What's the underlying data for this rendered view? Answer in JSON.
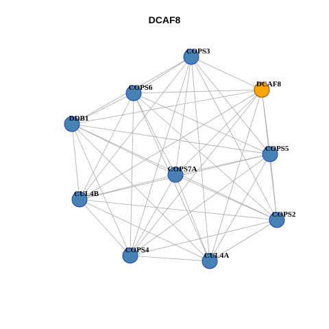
{
  "title": "DCAF8",
  "colors": {
    "node_fill": "#4682B4",
    "node_stroke": "#1F3FB8",
    "highlight_fill": "#FFA500",
    "highlight_stroke": "#7A4A2A",
    "edge": "#A8A8A8",
    "label": "#000000"
  },
  "highlight_node": "DCAF8",
  "nodes": [
    {
      "id": "COPS3",
      "label": "COPS3"
    },
    {
      "id": "DCAF8",
      "label": "DCAF8"
    },
    {
      "id": "COPS6",
      "label": "COPS6"
    },
    {
      "id": "DDB1",
      "label": "DDB1"
    },
    {
      "id": "COPS5",
      "label": "COPS5"
    },
    {
      "id": "COPS7A",
      "label": "COPS7A"
    },
    {
      "id": "CUL4B",
      "label": "CUL4B"
    },
    {
      "id": "COPS2",
      "label": "COPS2"
    },
    {
      "id": "COPS4",
      "label": "COPS4"
    },
    {
      "id": "CUL4A",
      "label": "CUL4A"
    }
  ],
  "edges": [
    [
      "COPS3",
      "DCAF8"
    ],
    [
      "COPS3",
      "COPS6"
    ],
    [
      "COPS3",
      "DDB1"
    ],
    [
      "COPS3",
      "COPS5"
    ],
    [
      "COPS3",
      "COPS7A"
    ],
    [
      "COPS3",
      "CUL4B"
    ],
    [
      "COPS3",
      "COPS2"
    ],
    [
      "COPS3",
      "COPS4"
    ],
    [
      "COPS3",
      "CUL4A"
    ],
    [
      "DCAF8",
      "COPS6"
    ],
    [
      "DCAF8",
      "DDB1"
    ],
    [
      "DCAF8",
      "COPS5"
    ],
    [
      "DCAF8",
      "COPS7A"
    ],
    [
      "DCAF8",
      "CUL4B"
    ],
    [
      "DCAF8",
      "COPS2"
    ],
    [
      "DCAF8",
      "COPS4"
    ],
    [
      "DCAF8",
      "CUL4A"
    ],
    [
      "COPS6",
      "DDB1"
    ],
    [
      "COPS6",
      "COPS5"
    ],
    [
      "COPS6",
      "COPS7A"
    ],
    [
      "COPS6",
      "CUL4B"
    ],
    [
      "COPS6",
      "COPS2"
    ],
    [
      "COPS6",
      "COPS4"
    ],
    [
      "COPS6",
      "CUL4A"
    ],
    [
      "DDB1",
      "COPS5"
    ],
    [
      "DDB1",
      "COPS7A"
    ],
    [
      "DDB1",
      "CUL4B"
    ],
    [
      "DDB1",
      "COPS2"
    ],
    [
      "DDB1",
      "COPS4"
    ],
    [
      "DDB1",
      "CUL4A"
    ],
    [
      "COPS5",
      "COPS7A"
    ],
    [
      "COPS5",
      "CUL4B"
    ],
    [
      "COPS5",
      "COPS2"
    ],
    [
      "COPS5",
      "COPS4"
    ],
    [
      "COPS5",
      "CUL4A"
    ],
    [
      "COPS7A",
      "CUL4B"
    ],
    [
      "COPS7A",
      "COPS2"
    ],
    [
      "COPS7A",
      "COPS4"
    ],
    [
      "COPS7A",
      "CUL4A"
    ],
    [
      "CUL4B",
      "COPS2"
    ],
    [
      "CUL4B",
      "COPS4"
    ],
    [
      "CUL4B",
      "CUL4A"
    ],
    [
      "COPS2",
      "COPS4"
    ],
    [
      "COPS2",
      "CUL4A"
    ],
    [
      "COPS4",
      "CUL4A"
    ]
  ]
}
